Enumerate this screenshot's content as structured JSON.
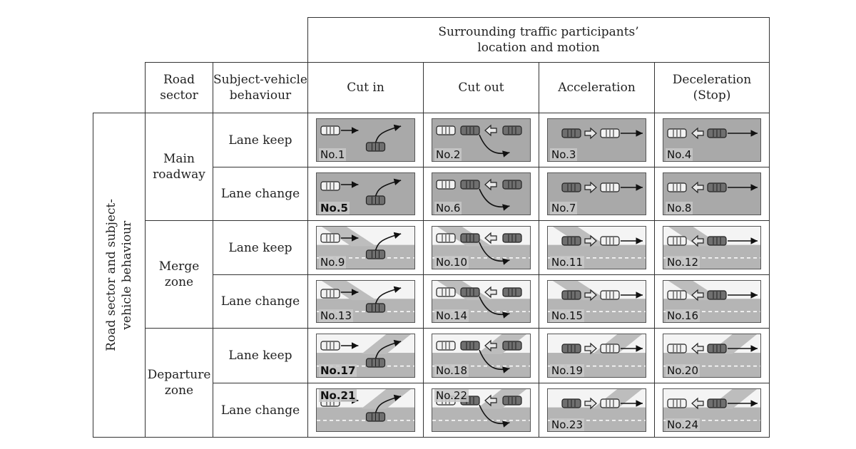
{
  "header": {
    "top": "Surrounding traffic participants’\nlocation and motion",
    "road_sector": "Road\nsector",
    "subject_behaviour": "Subject-vehicle\nbehaviour",
    "side": "Road sector and subject-\nvehicle behaviour",
    "columns": [
      "Cut in",
      "Cut out",
      "Acceleration",
      "Deceleration\n(Stop)"
    ]
  },
  "sectors": [
    "Main\nroadway",
    "Merge\nzone",
    "Departure\nzone"
  ],
  "behaviours": [
    "Lane keep",
    "Lane change",
    "Lane keep",
    "Lane change",
    "Lane keep",
    "Lane change"
  ],
  "scenarios": [
    "No.1",
    "No.2",
    "No.3",
    "No.4",
    "No.5",
    "No.6",
    "No.7",
    "No.8",
    "No.9",
    "No.10",
    "No.11",
    "No.12",
    "No.13",
    "No.14",
    "No.15",
    "No.16",
    "No.17",
    "No.18",
    "No.19",
    "No.20",
    "No.21",
    "No.22",
    "No.23",
    "No.24"
  ]
}
